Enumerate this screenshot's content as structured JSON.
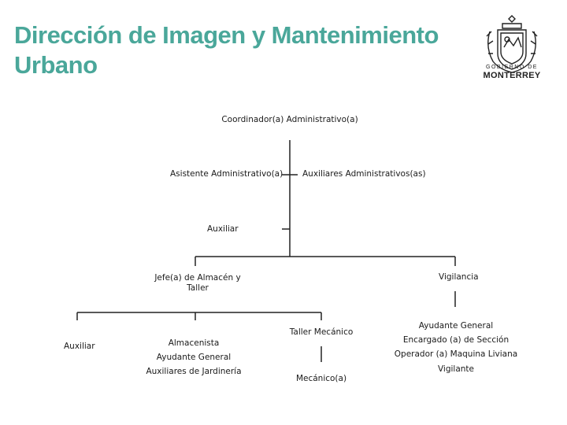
{
  "header": {
    "title_line1": "Dirección de Imagen y Mantenimiento",
    "title_line2": "Urbano",
    "logo_small_text": "GOBIERNO DE",
    "logo_big_text": "MONTERREY"
  },
  "org": {
    "coordinador": "Coordinador(a) Administrativo(a)",
    "asistente": "Asistente Administrativo(a)",
    "auxiliares_admin": "Auxiliares Administrativos(as)",
    "auxiliar_top": "Auxiliar",
    "jefe_line1": "Jefe(a) de Almacén y",
    "jefe_line2": "Taller",
    "vigilancia": "Vigilancia",
    "auxiliar_bottom": "Auxiliar",
    "almacenista": "Almacenista",
    "ayudante_general_left": "Ayudante General",
    "auxiliares_jardineria": "Auxiliares de Jardinería",
    "taller_mecanico": "Taller Mecánico",
    "mecanico": "Mecánico(a)",
    "ayudante_general_right": "Ayudante General",
    "encargado_seccion": "Encargado (a) de Sección",
    "operador_maquina": "Operador (a) Maquina Liviana",
    "vigilante": "Vigilante"
  }
}
